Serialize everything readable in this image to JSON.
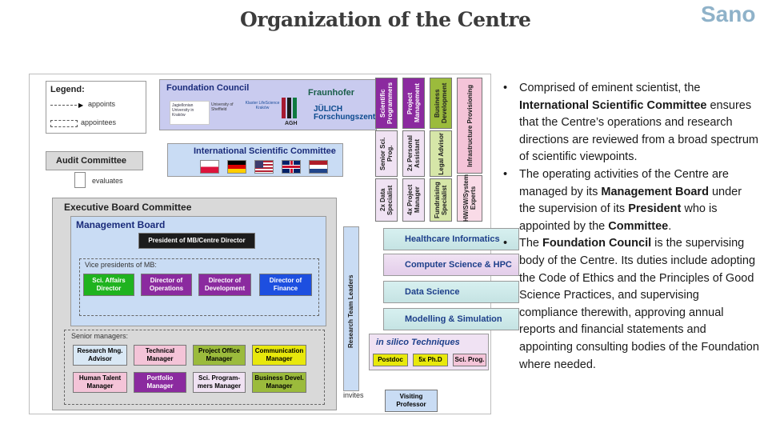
{
  "slide": {
    "title": "Organization of the Centre",
    "logo_text": "Sano"
  },
  "diagram": {
    "legend": {
      "title": "Legend:",
      "appoints": "appoints",
      "appointees": "appointees"
    },
    "foundation_council": {
      "title": "Foundation Council",
      "members": [
        "Jagiellonian University in Kraków",
        "University of Sheffield",
        "Klaster LifeScience Kraków",
        "AGH",
        "Fraunhofer",
        "JÜLICH Forschungszentrum"
      ]
    },
    "audit_committee": "Audit Committee",
    "evaluates": "evaluates",
    "isc": {
      "title": "International Scientific Committee",
      "flags": [
        "Poland",
        "Germany",
        "USA",
        "UK",
        "Netherlands"
      ]
    },
    "ebc": {
      "title": "Executive Board Committee",
      "management_board": "Management Board",
      "president": "President of MB/Centre Director",
      "vp_title": "Vice presidents of MB:",
      "vps": [
        "Sci. Affairs Director",
        "Director of Operations",
        "Director of Development",
        "Director of Finance"
      ],
      "senior_title": "Senior managers:",
      "senior_row1": [
        "Research Mng. Advisor",
        "Technical Manager",
        "Project Office Manager",
        "Communication Manager"
      ],
      "senior_row2": [
        "Human Talent Manager",
        "Portfolio Manager",
        "Sci. Program-mers Manager",
        "Business Devel. Manager"
      ]
    },
    "vertical_roles": {
      "row1": [
        "Scientific Programmers",
        "Project Management",
        "Business Development",
        "Infrastructure Provisioning"
      ],
      "row2": [
        "Senior Sci. Prog.",
        "2x Personal Assistant",
        "Legal Advisor",
        "HW/SW/System Experts"
      ],
      "row3": [
        "2x Data Specialist",
        "4x Project Manager",
        "Fundraising Specialist"
      ]
    },
    "research_team_leaders": "Research Team Leaders",
    "teams": [
      "Healthcare Informatics",
      "Computer Science & HPC",
      "Data Science",
      "Modelling & Simulation"
    ],
    "in_silico": {
      "title": "in silico Techniques",
      "roles": [
        "Postdoc",
        "5x Ph.D",
        "Sci. Prog."
      ]
    },
    "invites": "invites",
    "visiting_professor": "Visiting Professor"
  },
  "bullets": [
    {
      "p1": "Comprised of eminent scientist, the ",
      "b1": "International Scientific Committee",
      "p2": " ensures that the Centre’s operations and research directions are reviewed from a broad spectrum of scientific viewpoints."
    },
    {
      "p1": "The operating activities of the Centre are managed by its ",
      "b1": "Management Board",
      "p2": " under the supervision of its ",
      "b2": "President",
      "p3": " who is appointed by the ",
      "b3": "Committee",
      "p4": "."
    },
    {
      "p1": "The ",
      "b1": "Foundation Council",
      "p2": " is the supervising body of the Centre. Its duties include adopting the Code of Ethics and the Principles of Good Science Practices, and supervising compliance therewith, approving annual reports and financial statements and appointing consulting bodies of the Foundation where needed."
    }
  ],
  "colors": {
    "green_role": "#1fb31f",
    "purple_role": "#8b2a9f",
    "blue_role": "#1d4fe0",
    "yellow_role": "#e8e80c",
    "pink_role": "#f4c4d8",
    "olive_role": "#9bbb3c",
    "light_blue_panel": "#c9dcf4",
    "gray_panel": "#d9d9d9"
  }
}
